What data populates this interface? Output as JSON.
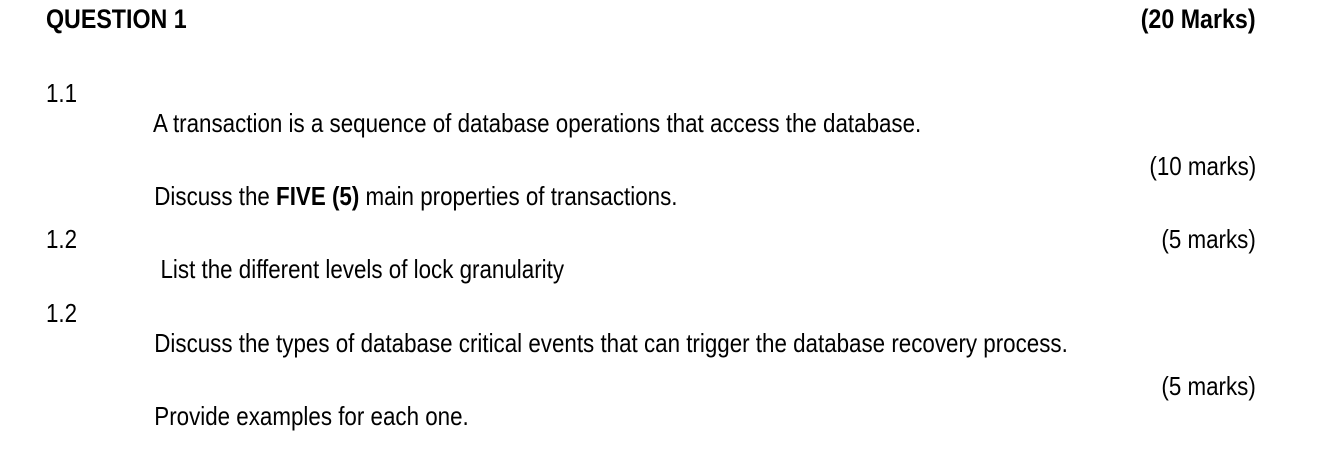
{
  "document": {
    "title": "QUESTION 1",
    "total_marks": "(20 Marks)",
    "items": [
      {
        "number": "1.1",
        "text_before_bold": "A transaction is a sequence of database operations that access the database.",
        "bold": "",
        "text_after_bold": "",
        "marks": ""
      },
      {
        "number": "",
        "text_before_bold": "Discuss the ",
        "bold": "FIVE (5)",
        "text_after_bold": " main properties of transactions.",
        "marks": "(10 marks)"
      },
      {
        "number": "1.2",
        "text_before_bold": " List the different levels of lock granularity",
        "bold": "",
        "text_after_bold": "",
        "marks": "(5 marks)"
      },
      {
        "number": "1.2",
        "text_before_bold": "Discuss the types of database critical events that can trigger the database recovery process.",
        "bold": "",
        "text_after_bold": "",
        "marks": ""
      },
      {
        "number": "",
        "text_before_bold": "Provide examples for each one.",
        "bold": "",
        "text_after_bold": "",
        "marks": "(5 marks)"
      }
    ]
  }
}
